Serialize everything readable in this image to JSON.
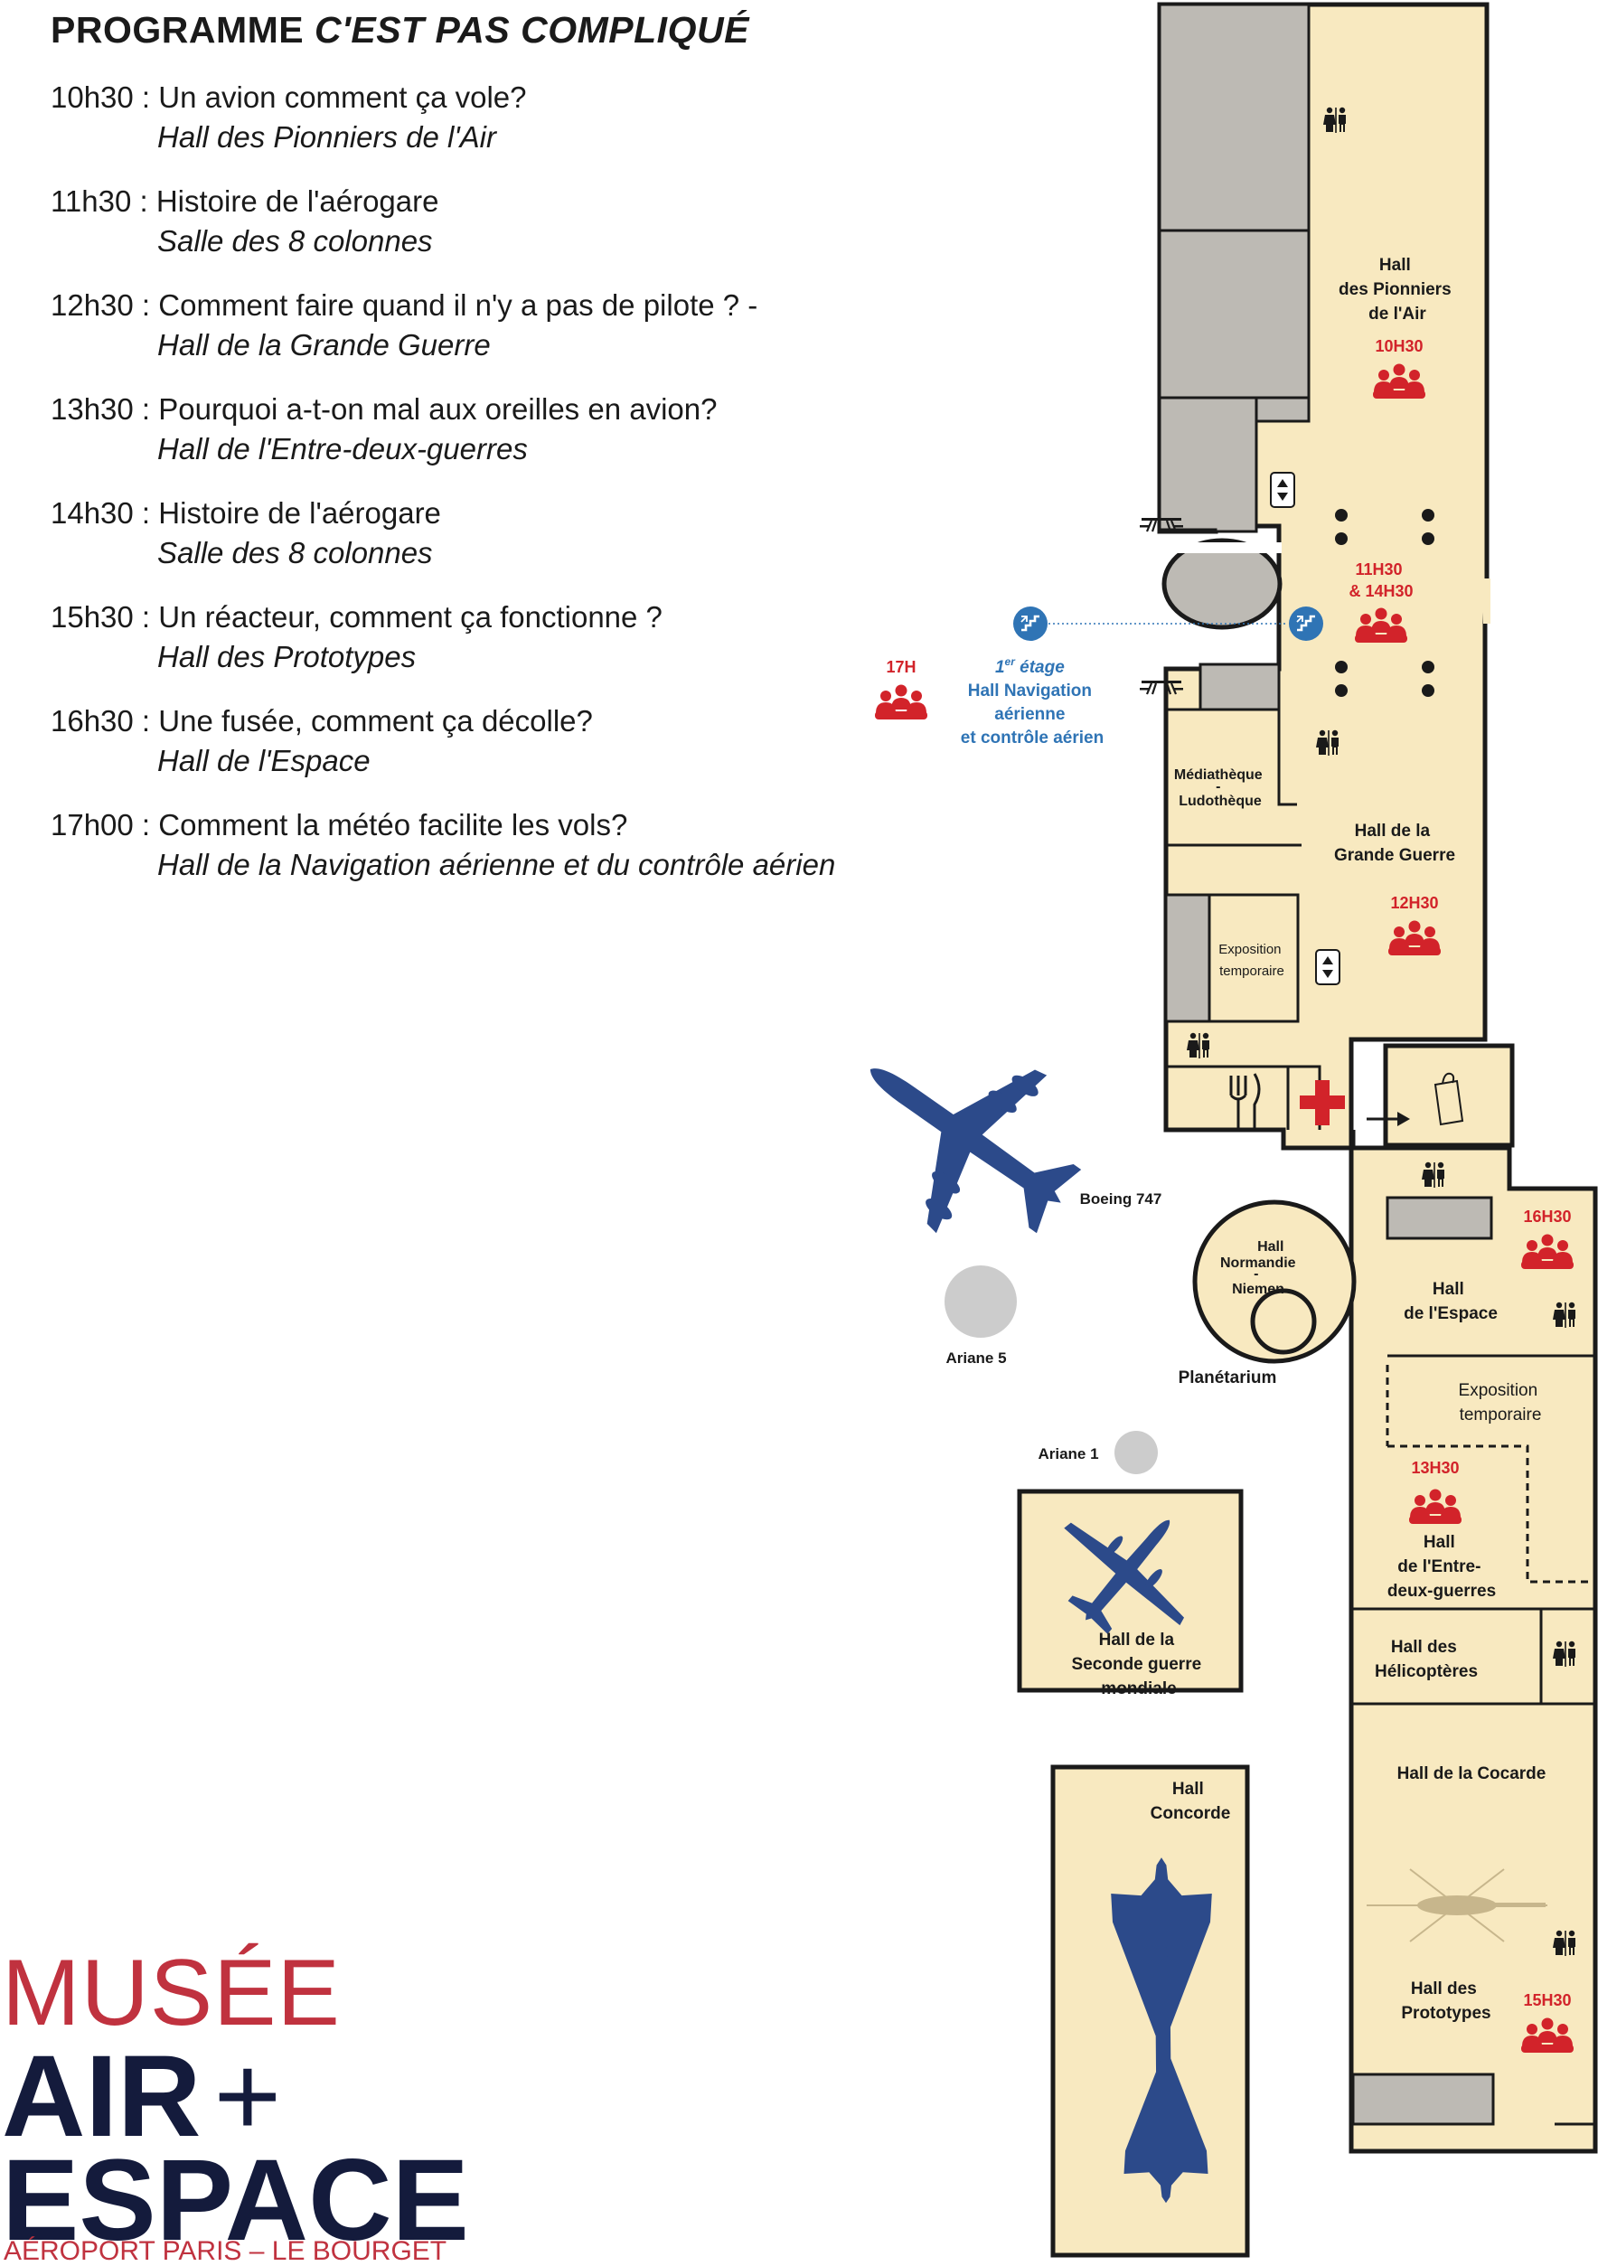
{
  "programme": {
    "title_main": "PROGRAMME ",
    "title_italic": "C'EST PAS COMPLIQUÉ",
    "items": [
      {
        "time": "10h30",
        "title": "Un avion comment ça vole?",
        "location": "Hall des Pionniers de l'Air"
      },
      {
        "time": "11h30",
        "title": "Histoire de l'aérogare",
        "location": "Salle des 8 colonnes"
      },
      {
        "time": "12h30",
        "title": "Comment faire quand il n'y a pas de pilote ? -",
        "location": "Hall de la Grande Guerre"
      },
      {
        "time": "13h30",
        "title": "Pourquoi a-t-on mal aux oreilles en avion?",
        "location": "Hall de l'Entre-deux-guerres"
      },
      {
        "time": "14h30",
        "title": "Histoire de l'aérogare",
        "location": "Salle des 8 colonnes"
      },
      {
        "time": "15h30",
        "title": "Un réacteur, comment ça fonctionne ?",
        "location": "Hall des Prototypes"
      },
      {
        "time": "16h30",
        "title": "Une fusée, comment ça décolle?",
        "location": "Hall de l'Espace"
      },
      {
        "time": "17h00",
        "title": "Comment la météo facilite les vols?",
        "location": "Hall de la Navigation aérienne et du contrôle aérien"
      }
    ]
  },
  "map": {
    "halls": {
      "pionniers": [
        "Hall",
        "des Pionniers",
        "de l'Air"
      ],
      "grande_guerre": [
        "Hall de la",
        "Grande Guerre"
      ],
      "mediatheque": [
        "Médiathèque",
        "-",
        "Ludothèque"
      ],
      "expo_temp_1": [
        "Exposition",
        "temporaire"
      ],
      "espace": [
        "Hall",
        "de l'Espace"
      ],
      "expo_temp_2": [
        "Exposition",
        "temporaire"
      ],
      "entre_deux_guerres": [
        "Hall",
        "de l'Entre-",
        "deux-guerres"
      ],
      "helicopteres": [
        "Hall des",
        "Hélicoptères"
      ],
      "cocarde": "Hall de la Cocarde",
      "prototypes": [
        "Hall des",
        "Prototypes"
      ],
      "seconde_guerre": [
        "Hall de la",
        "Seconde guerre",
        "mondiale"
      ],
      "concorde": [
        "Hall",
        "Concorde"
      ],
      "normandie": [
        "Hall",
        "Normandie",
        "-",
        "Niemen"
      ],
      "planetarium": "Planétarium",
      "navigation": {
        "sup": "er",
        "floor": "1",
        "floor_rest": " étage",
        "lines": [
          "Hall Navigation",
          "aérienne",
          "et contrôle aérien"
        ]
      }
    },
    "outdoor": {
      "boeing": "Boeing 747",
      "ariane5": "Ariane 5",
      "ariane1": "Ariane 1"
    },
    "times": {
      "pionniers": "10H30",
      "colonnes": [
        "11H30",
        "& 14H30"
      ],
      "navigation": "17H",
      "grande_guerre": "12H30",
      "espace": "16H30",
      "entre_deux_guerres": "13H30",
      "prototypes": "15H30"
    },
    "colors": {
      "hall": "#f8e9c0",
      "storage": "#bdbab4",
      "wall": "#1a1a1a",
      "plane": "#2c4a8a",
      "accent": "#d2232a",
      "info_blue": "#2f74b5"
    }
  },
  "logo": {
    "line1": "MUSÉE",
    "line2": "AIR",
    "plus": "+",
    "line3": "ESPACE",
    "line4": "AÉROPORT PARIS – LE BOURGET",
    "colors": {
      "red": "#c0323f",
      "navy": "#141b3c"
    }
  }
}
